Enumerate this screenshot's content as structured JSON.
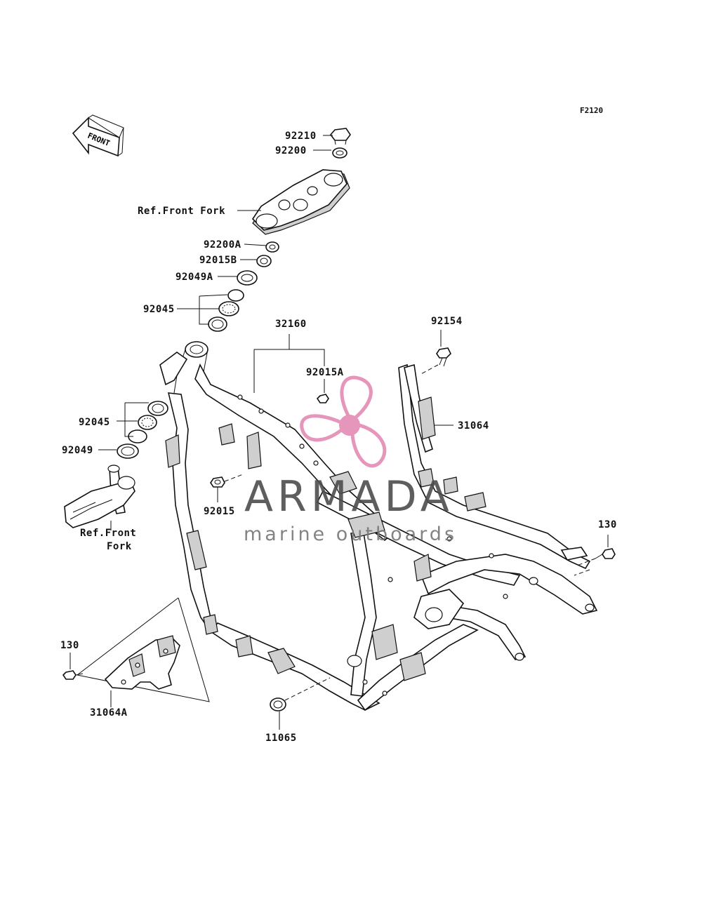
{
  "figure_code": "F2120",
  "front_label": "FRONT",
  "part_labels": {
    "p92210": "92210",
    "p92200": "92200",
    "ref_front_fork_top": "Ref.Front Fork",
    "p92200A": "92200A",
    "p92015B": "92015B",
    "p92049A": "92049A",
    "p92045_top": "92045",
    "p32160": "32160",
    "p92154": "92154",
    "p92015A": "92015A",
    "p31064": "31064",
    "p92045_lower": "92045",
    "p92049": "92049",
    "ref_front_fork_bottom_line1": "Ref.Front",
    "ref_front_fork_bottom_line2": "Fork",
    "p92015": "92015",
    "p130_right": "130",
    "p130_left": "130",
    "p31064A": "31064A",
    "p11065": "11065"
  },
  "watermark": {
    "brand": "ARMADA",
    "tagline": "marine outboards",
    "logo_color": "#e58bb4"
  }
}
